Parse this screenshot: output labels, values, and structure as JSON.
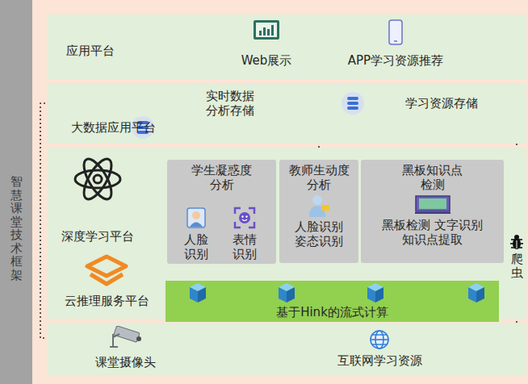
{
  "diagram": {
    "nodes": [
      {
        "text": [
          "智慧课堂技术框架"
        ]
      },
      {
        "text": [
          "应用平台"
        ]
      },
      {
        "text": [
          "Web展示"
        ],
        "in": 1
      },
      {
        "text": [
          "APP学习资源推荐"
        ],
        "in": 1
      },
      {
        "text": [
          "大数据应用平台"
        ]
      },
      {
        "text": [
          "深度学习平台"
        ]
      },
      {
        "text": [
          "云推理服务平台"
        ]
      },
      {
        "text": [
          "学生凝惑度 分析"
        ]
      },
      {
        "text": [
          "人脸 识别"
        ],
        "in": 7
      },
      {
        "text": [
          "表情 识别"
        ],
        "in": 7
      },
      {
        "text": [
          "教师生动度 分析",
          "人脸识别 姿态识别"
        ]
      },
      {
        "text": [
          "黑板知识点 检测",
          "黑板检测 文字识别 知识点提取"
        ]
      },
      {
        "text": [
          "基于Hink的流式计算"
        ]
      },
      {
        "text": [
          "课堂摄像头"
        ]
      },
      {
        "text": [
          "互联网学习资源"
        ]
      },
      {
        "text": [
          "爬虫"
        ]
      }
    ],
    "edges": [
      {
        "from": 13,
        "to": 4,
        "arrow": "to"
      },
      {
        "from": 10,
        "to": 4,
        "label": "实时数据 分析存储",
        "arrow": "to"
      },
      {
        "from": 14,
        "to": 15,
        "arrow": "none"
      },
      {
        "from": 15,
        "to": 4,
        "label": "学习资源存储",
        "arrow": "to"
      }
    ]
  }
}
